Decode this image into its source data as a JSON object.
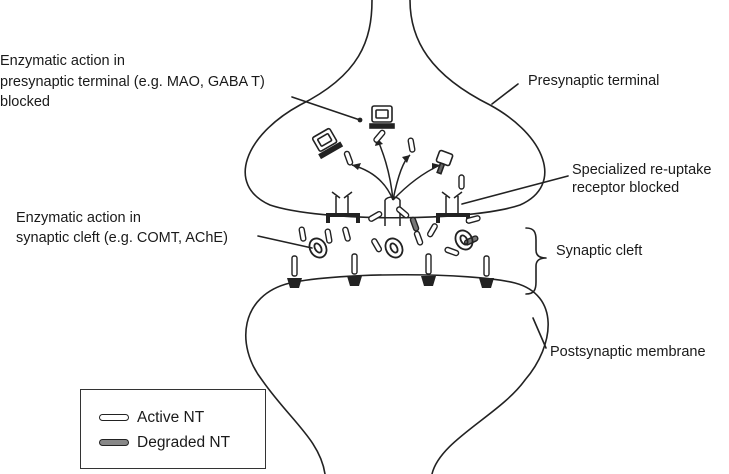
{
  "labels": {
    "presyn_enzyme": [
      "Enzymatic action in",
      "presynaptic terminal (e.g. MAO, GABA T)",
      "blocked"
    ],
    "presyn_terminal": "Presynaptic terminal",
    "reuptake": [
      "Specialized re-uptake",
      "receptor blocked"
    ],
    "cleft_enzyme": [
      "Enzymatic action in",
      "synaptic cleft (e.g. COMT, AChE)"
    ],
    "synaptic_cleft": "Synaptic cleft",
    "postsyn_membrane": "Postsynaptic membrane"
  },
  "legend": {
    "active": "Active NT",
    "degraded": "Degraded NT"
  }
}
